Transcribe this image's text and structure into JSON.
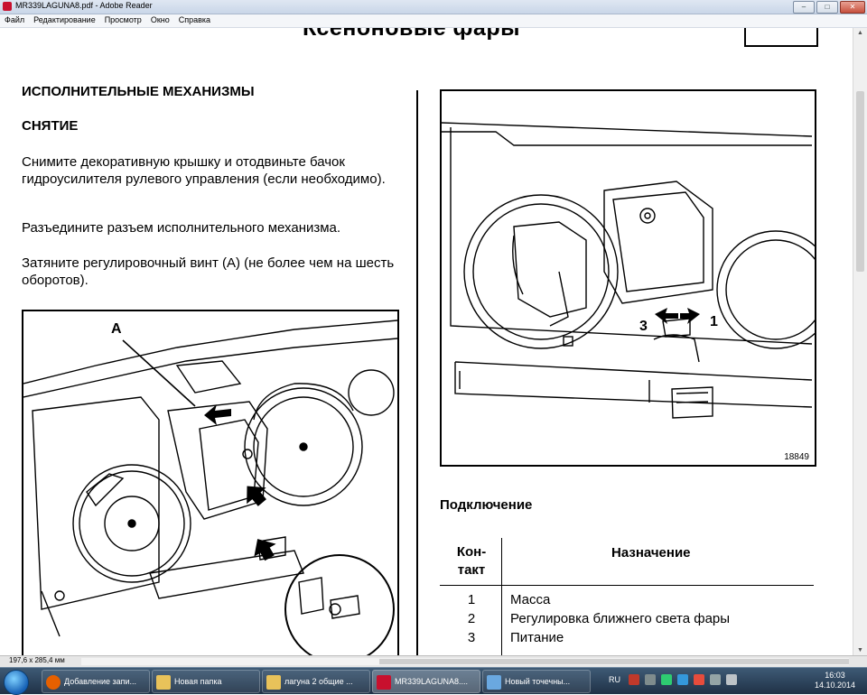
{
  "window": {
    "title": "MR339LAGUNA8.pdf - Adobe Reader",
    "controls": [
      "‒",
      "□",
      "✕"
    ]
  },
  "menu": [
    "Файл",
    "Редактирование",
    "Просмотр",
    "Окно",
    "Справка"
  ],
  "document": {
    "banner": "Ксеноновые фары",
    "section_title": "ИСПОЛНИТЕЛЬНЫЕ МЕХАНИЗМЫ",
    "subsection": "СНЯТИЕ",
    "para1": "Снимите декоративную крышку и отодвиньте бачок гидроусилителя рулевого управления (если необходимо).",
    "para2": "Разъедините разъем исполнительного механизма.",
    "para3": "Затяните регулировочный винт (А) (не более чем на шесть оборотов).",
    "fig_left_label": "A",
    "fig_right_labels": [
      "3",
      "1"
    ],
    "fig_right_code": "18849",
    "connection_title": "Подключение",
    "table": {
      "header_contact": "Кон-\nтакт",
      "header_purpose": "Назначение",
      "rows": [
        {
          "contact": "1",
          "purpose": "Масса"
        },
        {
          "contact": "2",
          "purpose": "Регулировка ближнего света фары"
        },
        {
          "contact": "3",
          "purpose": "Питание"
        }
      ]
    }
  },
  "status": {
    "page_size": "197,6 x 285,4 мм"
  },
  "taskbar": {
    "buttons": [
      {
        "label": "Добавление запи...",
        "icon": "firefox-icon",
        "color": "#e66000"
      },
      {
        "label": "Новая папка",
        "icon": "folder-icon",
        "color": "#e8c25a"
      },
      {
        "label": "лагуна 2 общие ...",
        "icon": "folder-icon",
        "color": "#e8c25a"
      },
      {
        "label": "MR339LAGUNA8....",
        "icon": "pdf-icon",
        "color": "#c8102e",
        "active": true
      },
      {
        "label": "Новый точечны...",
        "icon": "paint-icon",
        "color": "#6aa8e0"
      }
    ],
    "language": "RU",
    "clock_time": "16:03",
    "clock_date": "14.10.2014"
  }
}
